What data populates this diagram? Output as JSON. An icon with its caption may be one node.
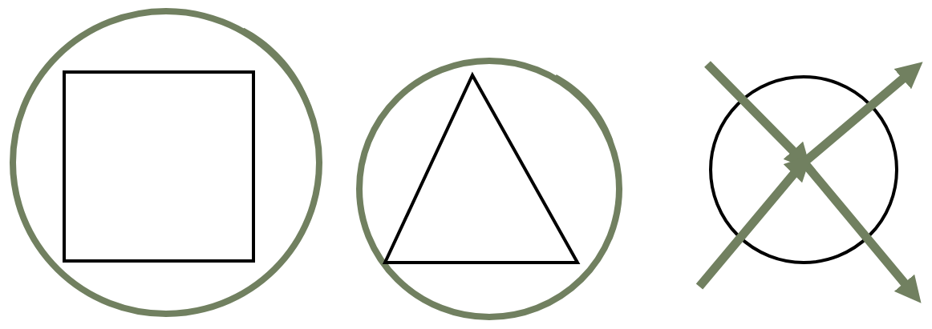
{
  "diagram": {
    "nodes": [
      {
        "text": [],
        "shape": "circle"
      },
      {
        "text": [],
        "shape": "box",
        "in": 0
      },
      {
        "text": [],
        "shape": "circle"
      },
      {
        "text": [],
        "shape": "triangle",
        "in": 2
      },
      {
        "text": [],
        "shape": "circle"
      }
    ]
  }
}
